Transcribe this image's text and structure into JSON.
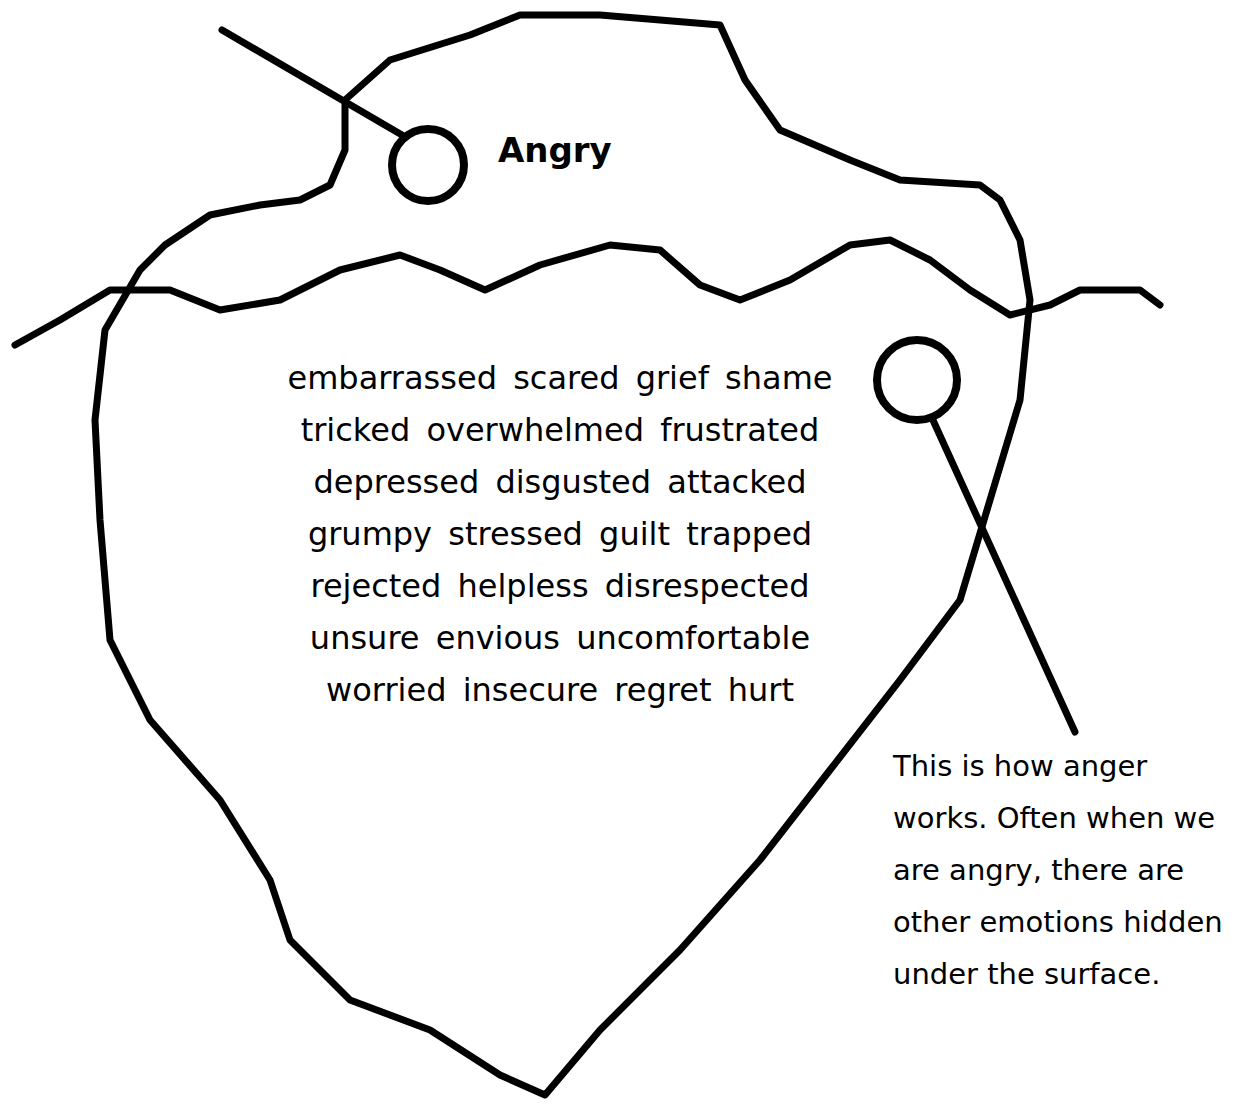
{
  "diagram": {
    "nodes": [
      {
        "text": [
          "Angry",
          "embarrassed scared grief shame tricked overwhelmed frustrated depressed disgusted attacked grumpy stressed guilt trapped rejected helpless disrespected unsure envious uncomfortable worried insecure regret hurt"
        ]
      }
    ],
    "labels": [
      "This is how anger works. Often when we are angry, there are other emotions hidden under the surface."
    ]
  }
}
